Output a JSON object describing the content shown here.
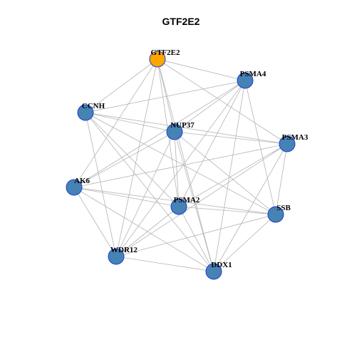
{
  "title": "GTF2E2",
  "colors": {
    "hub_node": "#FFA500",
    "node": "#4682B4",
    "node_border": "#1E3FCC",
    "edge": "#B4B4B4"
  },
  "nodes": [
    {
      "id": "GTF2E2",
      "label": "GTF2E2",
      "hub": true
    },
    {
      "id": "PSMA4",
      "label": "PSMA4",
      "hub": false
    },
    {
      "id": "CCNH",
      "label": "CCNH",
      "hub": false
    },
    {
      "id": "NUP37",
      "label": "NUP37",
      "hub": false
    },
    {
      "id": "PSMA3",
      "label": "PSMA3",
      "hub": false
    },
    {
      "id": "AK6",
      "label": "AK6",
      "hub": false
    },
    {
      "id": "PSMA2",
      "label": "PSMA2",
      "hub": false
    },
    {
      "id": "SSB",
      "label": "SSB",
      "hub": false
    },
    {
      "id": "WDR12",
      "label": "WDR12",
      "hub": false
    },
    {
      "id": "DDX1",
      "label": "DDX1",
      "hub": false
    }
  ],
  "edges": [
    [
      "GTF2E2",
      "PSMA4"
    ],
    [
      "GTF2E2",
      "CCNH"
    ],
    [
      "GTF2E2",
      "NUP37"
    ],
    [
      "GTF2E2",
      "PSMA3"
    ],
    [
      "GTF2E2",
      "AK6"
    ],
    [
      "GTF2E2",
      "PSMA2"
    ],
    [
      "GTF2E2",
      "WDR12"
    ],
    [
      "GTF2E2",
      "DDX1"
    ],
    [
      "PSMA4",
      "CCNH"
    ],
    [
      "PSMA4",
      "NUP37"
    ],
    [
      "PSMA4",
      "AK6"
    ],
    [
      "PSMA4",
      "PSMA2"
    ],
    [
      "PSMA4",
      "SSB"
    ],
    [
      "PSMA4",
      "WDR12"
    ],
    [
      "PSMA4",
      "DDX1"
    ],
    [
      "CCNH",
      "NUP37"
    ],
    [
      "CCNH",
      "PSMA3"
    ],
    [
      "CCNH",
      "PSMA2"
    ],
    [
      "CCNH",
      "SSB"
    ],
    [
      "CCNH",
      "WDR12"
    ],
    [
      "CCNH",
      "DDX1"
    ],
    [
      "NUP37",
      "PSMA3"
    ],
    [
      "NUP37",
      "AK6"
    ],
    [
      "NUP37",
      "PSMA2"
    ],
    [
      "NUP37",
      "WDR12"
    ],
    [
      "NUP37",
      "DDX1"
    ],
    [
      "NUP37",
      "SSB"
    ],
    [
      "PSMA3",
      "AK6"
    ],
    [
      "PSMA3",
      "PSMA2"
    ],
    [
      "PSMA3",
      "SSB"
    ],
    [
      "PSMA3",
      "WDR12"
    ],
    [
      "PSMA3",
      "DDX1"
    ],
    [
      "AK6",
      "PSMA2"
    ],
    [
      "AK6",
      "SSB"
    ],
    [
      "AK6",
      "WDR12"
    ],
    [
      "AK6",
      "DDX1"
    ],
    [
      "PSMA2",
      "SSB"
    ],
    [
      "PSMA2",
      "WDR12"
    ],
    [
      "PSMA2",
      "DDX1"
    ],
    [
      "SSB",
      "WDR12"
    ],
    [
      "SSB",
      "DDX1"
    ],
    [
      "WDR12",
      "DDX1"
    ]
  ]
}
